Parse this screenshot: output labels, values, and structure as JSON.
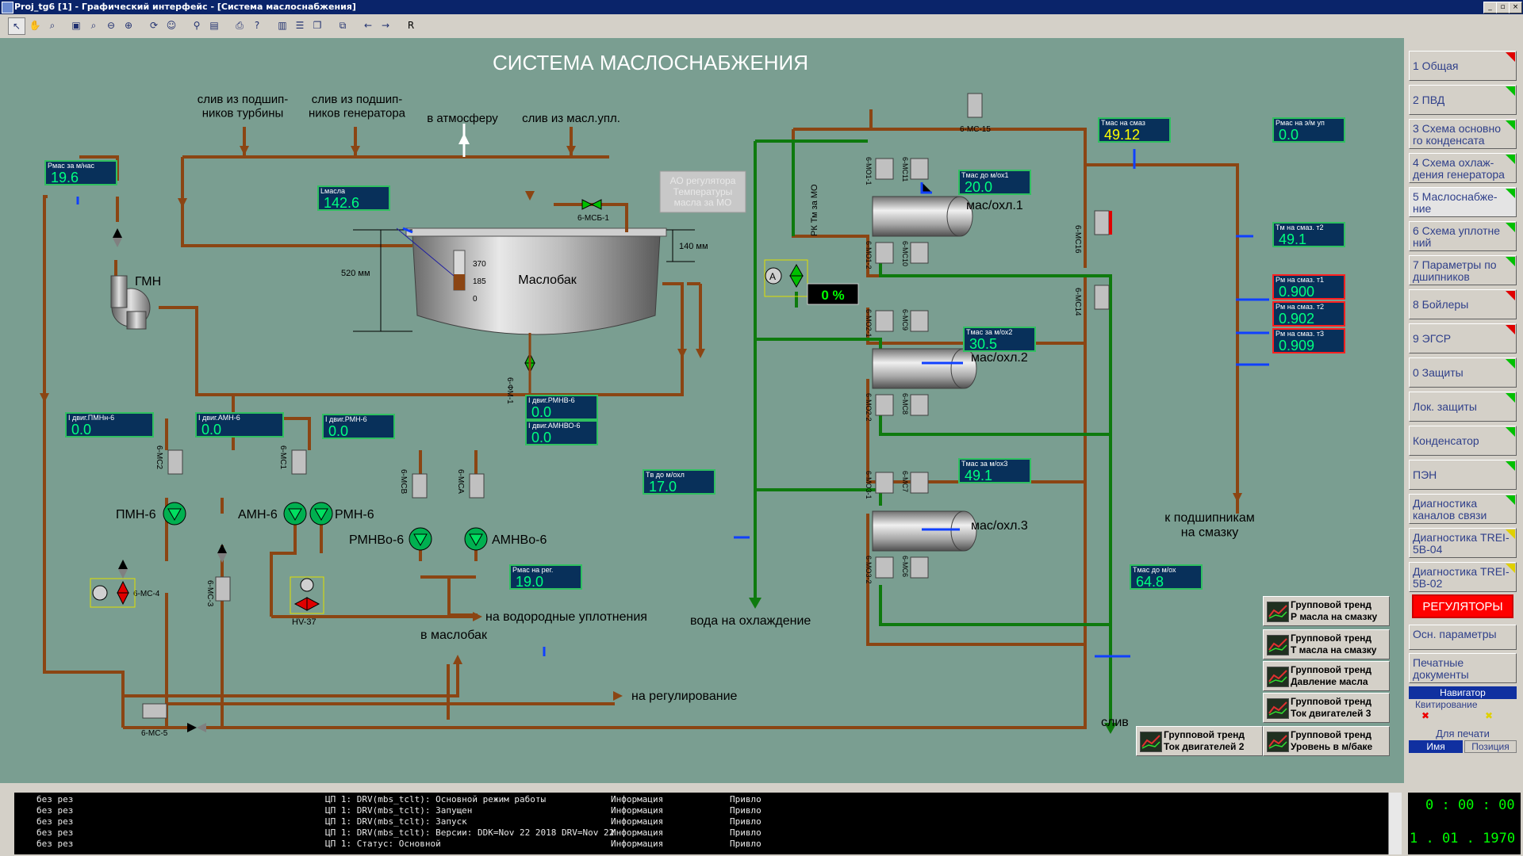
{
  "window": {
    "title": "Proj_tg6 [1] - Графический интерфейс - [Система маслоснабжения]"
  },
  "toolbar": {
    "r_label": "R"
  },
  "scheme": {
    "title": "СИСТЕМА МАСЛОСНАБЖЕНИЯ",
    "drains": [
      "слив из подшип-\nников турбины",
      "слив из подшип-\nников генератора",
      "в атмосферу",
      "слив из масл.упл."
    ],
    "tank_label": "Маслобак",
    "tank_scale": [
      "370",
      "185",
      "0"
    ],
    "dim_520": "520 мм",
    "dim_140": "140 мм",
    "ao_box": "АО регулятора\nТемпературы\nмасла за МО",
    "gmn": "ГМН",
    "pumps": {
      "pmn": "ПМН-6",
      "amn": "АМН-6",
      "rmn": "РМН-6",
      "rmnvo": "РМНВо-6",
      "amnvo": "АМНВо-6"
    },
    "coolers": [
      "мас/охл.1",
      "мас/охл.2",
      "мас/охл.3"
    ],
    "labels": {
      "h2": "на водородные уплотнения",
      "to_tank": "в маслобак",
      "to_reg": "на регулирование",
      "cool_water": "вода на охлаждение",
      "drain": "слив",
      "to_bearings": "к подшипникам\nна смазку",
      "rk": "РК Тм за МО",
      "a": "А",
      "hv37": "HV-37"
    },
    "valves": [
      "6-МСБ-1",
      "6-МС-15",
      "6-МС16",
      "6-МС14",
      "6-МС-5",
      "6-МС-4",
      "6-МС-3",
      "6-МС2",
      "6-МС1",
      "6-МСВ",
      "6-МСА",
      "6-ФМ-1"
    ],
    "cooler_valves": [
      "6-МО1-1",
      "6-МС11",
      "6-МО1-2",
      "6-МС10",
      "6-МО2-1",
      "6-МС9",
      "6-МО2-2",
      "6-МС8",
      "6-МО3-1",
      "6-МС7",
      "6-МО3-2",
      "6-МС6"
    ],
    "rk_value": "0 %"
  },
  "readouts": [
    {
      "label": "Рмас за м/нас",
      "value": "19.6",
      "color": "#00ff80",
      "alarm": false
    },
    {
      "label": "Lмасла",
      "value": "142.6",
      "color": "#00ff80",
      "alarm": false
    },
    {
      "label": "Tмас на смаз",
      "value": "49.12",
      "color": "#ffff00",
      "alarm": false
    },
    {
      "label": "Рмас на э/м уп",
      "value": "0.0",
      "color": "#00ff80",
      "alarm": false
    },
    {
      "label": "Tмас до м/ох1",
      "value": "20.0",
      "color": "#00ff80",
      "alarm": false
    },
    {
      "label": "Tм на смаз. т2",
      "value": "49.1",
      "color": "#00ff80",
      "alarm": false
    },
    {
      "label": "Рм на смаз. т1",
      "value": "0.900",
      "color": "#00ff80",
      "alarm": true
    },
    {
      "label": "Рм на смаз. т2",
      "value": "0.902",
      "color": "#00ff80",
      "alarm": true
    },
    {
      "label": "Рм на смаз. т3",
      "value": "0.909",
      "color": "#00ff80",
      "alarm": true
    },
    {
      "label": "Tмас за м/ох2",
      "value": "30.5",
      "color": "#00ff80",
      "alarm": false
    },
    {
      "label": "Tмас за м/ох3",
      "value": "49.1",
      "color": "#00ff80",
      "alarm": false
    },
    {
      "label": "Tмас до м/ох",
      "value": "64.8",
      "color": "#00ff80",
      "alarm": false
    },
    {
      "label": "Tв до м/охл",
      "value": "17.0",
      "color": "#00ff80",
      "alarm": false
    },
    {
      "label": "I двиг.ПМНн-6",
      "value": "0.0",
      "color": "#00ff80",
      "alarm": false
    },
    {
      "label": "I двиг.АМН-6",
      "value": "0.0",
      "color": "#00ff80",
      "alarm": false
    },
    {
      "label": "I двиг.РМН-6",
      "value": "0.0",
      "color": "#00ff80",
      "alarm": false
    },
    {
      "label": "I двиг.РМНВ-6",
      "value": "0.0",
      "color": "#00ff80",
      "alarm": false
    },
    {
      "label": "I двиг.АМНВО-6",
      "value": "0.0",
      "color": "#00ff80",
      "alarm": false
    },
    {
      "label": "Рмас на рег.",
      "value": "19.0",
      "color": "#00ff80",
      "alarm": false
    }
  ],
  "trends": [
    "Групповой тренд\nР масла на смазку",
    "Групповой тренд\nТ масла на смазку",
    "Групповой тренд\nДавление масла",
    "Групповой тренд\nТок двигателей 3",
    "Групповой тренд\nТок двигателей 2",
    "Групповой тренд\nУровень в м/баке"
  ],
  "sidebar": {
    "items": [
      {
        "label": "1 Общая",
        "flag": "red"
      },
      {
        "label": "2 ПВД",
        "flag": "green"
      },
      {
        "label": "3 Схема основно го конденсата",
        "flag": "green"
      },
      {
        "label": "4 Схема охлаж- дения генератора",
        "flag": "green"
      },
      {
        "label": "5 Маслоснабже- ние",
        "flag": "green"
      },
      {
        "label": "6 Схема уплотне ний",
        "flag": "green"
      },
      {
        "label": "7 Параметры по дшипников",
        "flag": "green"
      },
      {
        "label": "8 Бойлеры",
        "flag": "red"
      },
      {
        "label": "9 ЭГСР",
        "flag": "red"
      },
      {
        "label": "0 Защиты",
        "flag": "green"
      },
      {
        "label": "Лок. защиты",
        "flag": "green"
      },
      {
        "label": "Конденсатор",
        "flag": "green"
      },
      {
        "label": "ПЭН",
        "flag": "green"
      },
      {
        "label": "Диагностика каналов связи",
        "flag": "green"
      },
      {
        "label": "Диагностика TREI-5B-04",
        "flag": "yel"
      },
      {
        "label": "Диагностика TREI-5B-02",
        "flag": "yel"
      }
    ],
    "regulators": "РЕГУЛЯТОРЫ",
    "main_params": "Осн. параметры",
    "print_docs": "Печатные документы",
    "navigator": "Навигатор",
    "kvit": "Квитирование",
    "for_print": "Для печати",
    "name": "Имя",
    "position": "Позиция"
  },
  "log": [
    {
      "a": "без рез",
      "b": "ЦП 1: DRV(mbs_tclt): Основной режим работы",
      "c": "Информация",
      "d": "Привло"
    },
    {
      "a": "без рез",
      "b": "ЦП 1: DRV(mbs_tclt): Запущен",
      "c": "Информация",
      "d": "Привло"
    },
    {
      "a": "без рез",
      "b": "ЦП 1: DRV(mbs_tclt): Запуск",
      "c": "Информация",
      "d": "Привло"
    },
    {
      "a": "без рез",
      "b": "ЦП 1: DRV(mbs_tclt): Версии: DDK=Nov 22 2018 DRV=Nov 22",
      "c": "Информация",
      "d": "Привло"
    },
    {
      "a": "без рез",
      "b": "ЦП 1: Статус: Основной",
      "c": "Информация",
      "d": "Привло"
    }
  ],
  "clock": {
    "time": "0 : 00 : 00",
    "date": "1  . 01 . 1970"
  }
}
